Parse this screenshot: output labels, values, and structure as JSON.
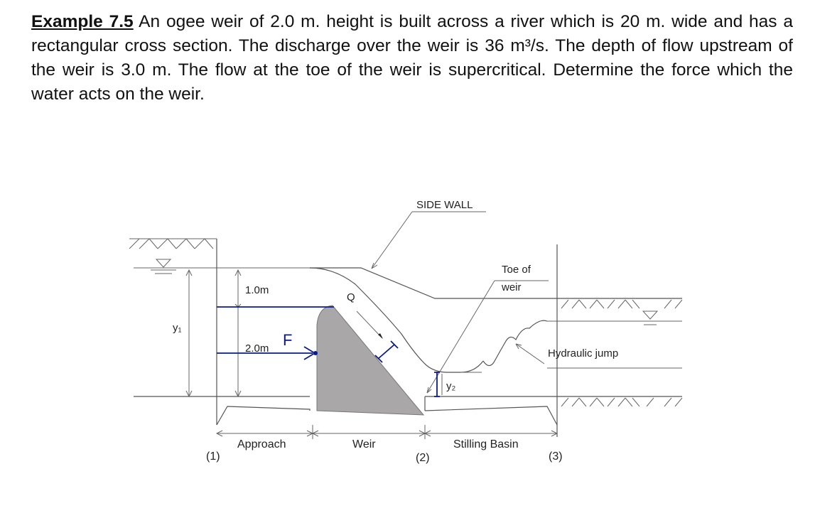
{
  "problem": {
    "label": "Example 7.5",
    "text": " An ogee weir of 2.0 m. height is built across a river which is 20 m. wide and has a rectangular cross section. The discharge over the weir is 36 m³/s. The depth of flow upstream of the weir is 3.0 m. The flow at the toe of the weir is supercritical. Determine the force which the water acts on the weir."
  },
  "diagram": {
    "side_wall": "SIDE WALL",
    "toe_line1": "Toe of",
    "toe_line2": "weir",
    "hydraulic_jump": "Hydraulic jump",
    "dim_1m": "1.0m",
    "dim_2m": "2.0m",
    "y1": "y₁",
    "y2": "y₂",
    "discharge": "Q",
    "force": "F",
    "section_approach": "Approach",
    "section_weir": "Weir",
    "section_stilling": "Stilling Basin",
    "station_1": "(1)",
    "station_2": "(2)",
    "station_3": "(3)"
  },
  "colors": {
    "weir_fill": "#a9a7a8",
    "annotation_ink": "#0b1a8a",
    "line": "#555555"
  }
}
